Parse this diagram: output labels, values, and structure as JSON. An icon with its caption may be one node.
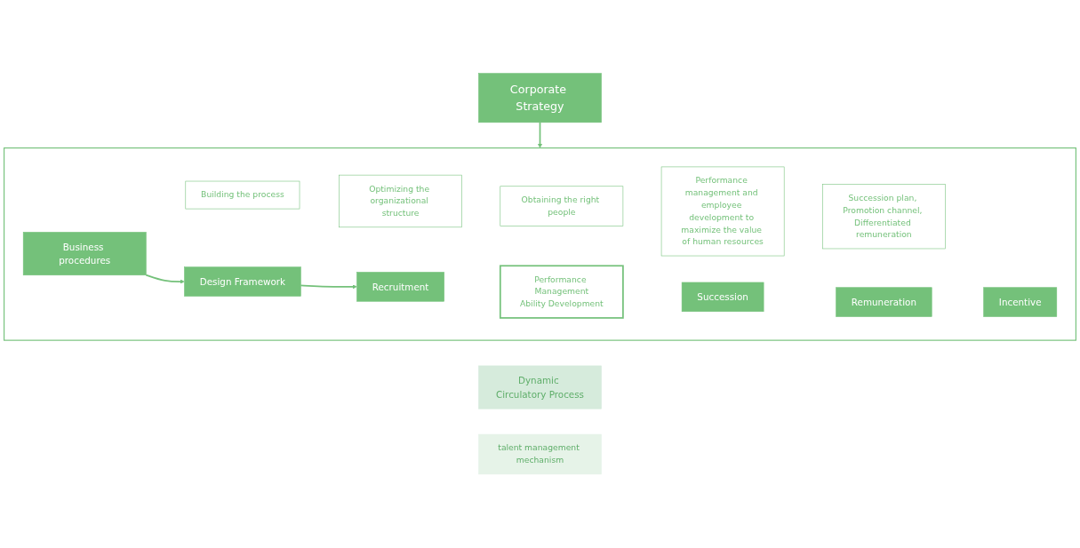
{
  "diagram": {
    "nodes": [
      {
        "text": [
          "Corporate Strategy"
        ]
      },
      {
        "text": [],
        "shape": "box"
      },
      {
        "text": [
          "Business procedures"
        ],
        "in": 1
      },
      {
        "text": [
          "Design Framework"
        ],
        "in": 1
      },
      {
        "text": [
          "Recruitment"
        ],
        "in": 1
      },
      {
        "text": [
          "Performance Management",
          "Ability Development"
        ],
        "in": 1
      },
      {
        "text": [
          "Succession"
        ],
        "in": 1
      },
      {
        "text": [
          "Remuneration"
        ],
        "in": 1
      },
      {
        "text": [
          "Incentive"
        ],
        "in": 1
      },
      {
        "text": [
          "Building the process"
        ],
        "in": 1
      },
      {
        "text": [
          "Optimizing the organizational structure"
        ],
        "in": 1
      },
      {
        "text": [
          "Obtaining the right people"
        ],
        "in": 1
      },
      {
        "text": [
          "Performance management and employee development to maximize the value of human resources"
        ],
        "in": 1
      },
      {
        "text": [
          "Succession plan, Promotion channel, Differentiated remuneration"
        ],
        "in": 1
      },
      {
        "text": [
          "Dynamic Circulatory Process"
        ]
      },
      {
        "text": [
          "talent management mechanism"
        ]
      }
    ],
    "edges": [
      {
        "from": 0,
        "to": 1,
        "arrow": "to"
      },
      {
        "from": 2,
        "to": 3,
        "arrow": "to"
      },
      {
        "from": 3,
        "to": 4,
        "arrow": "to"
      }
    ]
  }
}
